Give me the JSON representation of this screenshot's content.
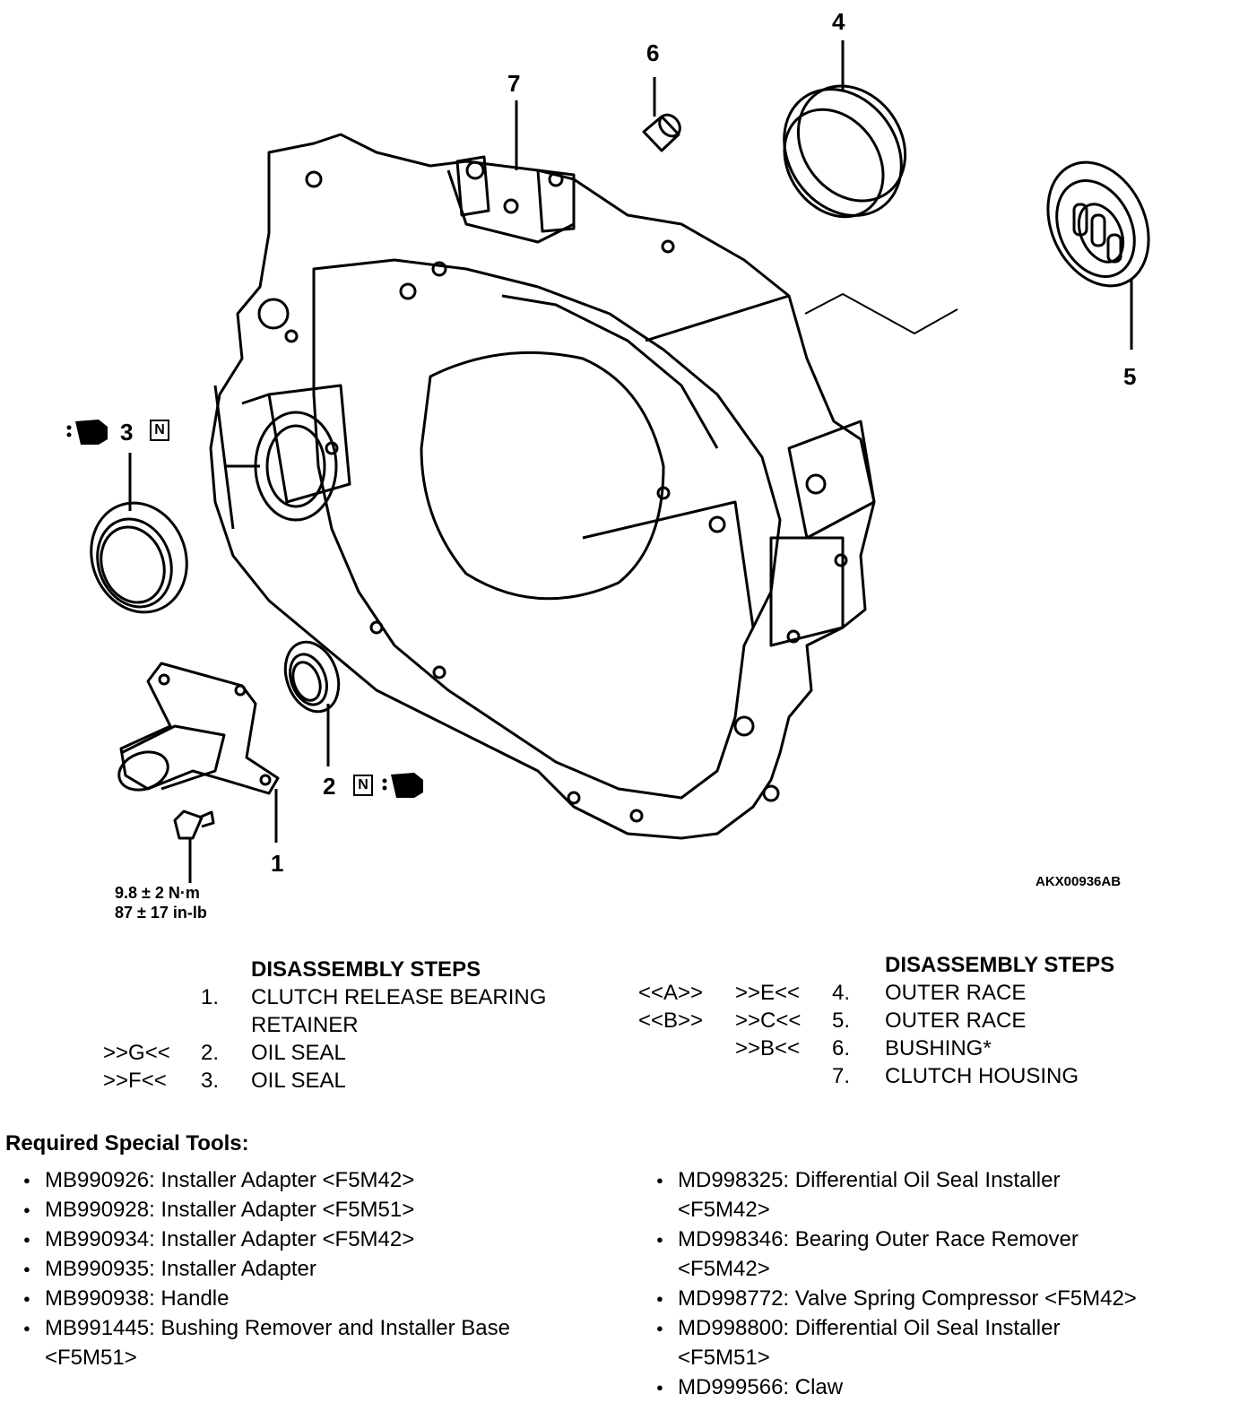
{
  "figure": {
    "callouts": [
      "1",
      "2",
      "3",
      "4",
      "5",
      "6",
      "7"
    ],
    "n_mark": "N",
    "torque_nm": "9.8 ± 2 N·m",
    "torque_inlb": "87 ± 17 in-lb",
    "figure_id": "AKX00936AB"
  },
  "steps_left": {
    "header": "DISASSEMBLY STEPS",
    "rows": [
      {
        "mark": "",
        "num": "1.",
        "text": "CLUTCH RELEASE BEARING"
      },
      {
        "mark": "",
        "num": "",
        "text": "RETAINER"
      },
      {
        "mark": ">>G<<",
        "num": "2.",
        "text": "OIL SEAL"
      },
      {
        "mark": ">>F<<",
        "num": "3.",
        "text": "OIL SEAL"
      }
    ]
  },
  "steps_right": {
    "header": "DISASSEMBLY STEPS",
    "rows": [
      {
        "mark1": "<<A>>",
        "mark2": ">>E<<",
        "num": "4.",
        "text": "OUTER RACE"
      },
      {
        "mark1": "<<B>>",
        "mark2": ">>C<<",
        "num": "5.",
        "text": "OUTER RACE"
      },
      {
        "mark1": "",
        "mark2": ">>B<<",
        "num": "6.",
        "text": "BUSHING*"
      },
      {
        "mark1": "",
        "mark2": "",
        "num": "7.",
        "text": "CLUTCH HOUSING"
      }
    ]
  },
  "tools": {
    "title": "Required Special Tools:",
    "left": [
      "MB990926: Installer Adapter <F5M42>",
      "MB990928: Installer Adapter <F5M51>",
      "MB990934: Installer Adapter <F5M42>",
      "MB990935: Installer Adapter",
      "MB990938: Handle",
      "MB991445: Bushing Remover and Installer Base",
      "<F5M51>"
    ],
    "right": [
      "MD998325: Differential Oil Seal Installer",
      "<F5M42>",
      "MD998346: Bearing Outer Race Remover",
      "<F5M42>",
      "MD998772: Valve Spring Compressor <F5M42>",
      "MD998800: Differential Oil Seal Installer",
      "<F5M51>",
      "MD999566: Claw"
    ]
  }
}
